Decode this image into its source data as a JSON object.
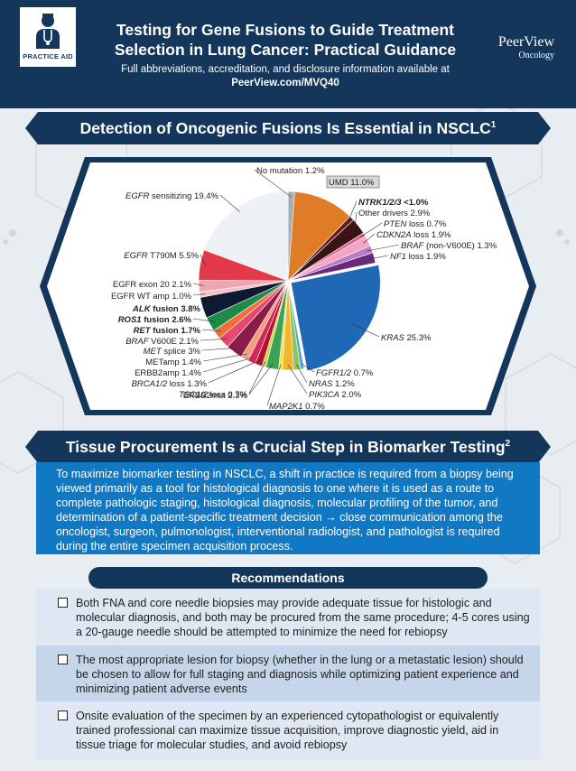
{
  "header": {
    "badge_label": "PRACTICE AID",
    "title_line1": "Testing for Gene Fusions to Guide Treatment",
    "title_line2": "Selection in Lung Cancer: Practical Guidance",
    "subtitle": "Full abbreviations, accreditation, and disclosure information available at",
    "url": "PeerView.com/MVQ40",
    "logo_line1": "PeerView",
    "logo_line2": "Oncology"
  },
  "section1": {
    "title": "Detection of Oncogenic Fusions Is Essential in NSCLC",
    "ref": "1"
  },
  "chart_data": {
    "type": "pie",
    "title": "",
    "slices": [
      {
        "label": "No mutation",
        "value": 1.2,
        "display": "No mutation 1.2%",
        "color": "#a9acb0"
      },
      {
        "label": "UMD",
        "value": 11.0,
        "display": "UMD 11.0%",
        "color": "#e07b28"
      },
      {
        "label": "NTRK1/2/3",
        "value": 0.9,
        "display": "NTRK1/2/3 <1.0%",
        "color": "#6b1a1a"
      },
      {
        "label": "Other drivers",
        "value": 2.9,
        "display": "Other drivers 2.9%",
        "color": "#3a1414"
      },
      {
        "label": "PTEN loss",
        "value": 0.7,
        "display": "PTEN loss 0.7%",
        "color": "#e85e8e"
      },
      {
        "label": "CDKN2A loss",
        "value": 1.9,
        "display": "CDKN2A loss 1.9%",
        "color": "#f2a6c4"
      },
      {
        "label": "BRAF (non-V600E)",
        "value": 1.3,
        "display": "BRAF (non-V600E) 1.3%",
        "color": "#b87cc4"
      },
      {
        "label": "NF1 loss",
        "value": 1.9,
        "display": "NF1 loss 1.9%",
        "color": "#6a2a7a"
      },
      {
        "label": "KRAS",
        "value": 25.3,
        "display": "KRAS 25.3%",
        "color": "#1f68b5"
      },
      {
        "label": "FGFR1/2",
        "value": 0.7,
        "display": "FGFR1/2 0.7%",
        "color": "#57a6d6"
      },
      {
        "label": "NRAS",
        "value": 1.2,
        "display": "NRAS 1.2%",
        "color": "#8fc65b"
      },
      {
        "label": "PIK3CA",
        "value": 2.0,
        "display": "PIK3CA 2.0%",
        "color": "#f2b531"
      },
      {
        "label": "MAP2K1",
        "value": 0.7,
        "display": "MAP2K1 0.7%",
        "color": "#f4e04d"
      },
      {
        "label": "ERBB2mut",
        "value": 2.3,
        "display": "ERBB2mut 2.3%",
        "color": "#3aa356"
      },
      {
        "label": "TSC1/2 loss",
        "value": 0.7,
        "display": "TSC1/2 loss 0.7%",
        "color": "#c9d857"
      },
      {
        "label": "BRCA1/2 loss",
        "value": 1.3,
        "display": "BRCA1/2 loss 1.3%",
        "color": "#b5122b"
      },
      {
        "label": "ERBB2amp",
        "value": 1.4,
        "display": "ERBB2amp 1.4%",
        "color": "#d72660"
      },
      {
        "label": "METamp",
        "value": 1.4,
        "display": "METamp 1.4%",
        "color": "#f2a07a"
      },
      {
        "label": "MET splice",
        "value": 3.0,
        "display": "MET splice 3%",
        "color": "#8a1c4a"
      },
      {
        "label": "BRAF V600E",
        "value": 2.1,
        "display": "BRAF V600E 2.1%",
        "color": "#e84a6f"
      },
      {
        "label": "RET fusion",
        "value": 1.7,
        "display": "RET fusion 1.7%",
        "color": "#f06e3c"
      },
      {
        "label": "ROS1 fusion",
        "value": 2.6,
        "display": "ROS1 fusion 2.6%",
        "color": "#1e8a45"
      },
      {
        "label": "ALK fusion",
        "value": 3.8,
        "display": "ALK fusion 3.8%",
        "color": "#0d1a33"
      },
      {
        "label": "EGFR WT amp",
        "value": 1.0,
        "display": "EGFR WT amp 1.0%",
        "color": "#f5c0c8"
      },
      {
        "label": "EGFR exon 20",
        "value": 2.1,
        "display": "EGFR exon 20 2.1%",
        "color": "#f0a6ae"
      },
      {
        "label": "EGFR T790M",
        "value": 5.5,
        "display": "EGFR T790M 5.5%",
        "color": "#e3394a"
      },
      {
        "label": "EGFR sensitizing",
        "value": 19.4,
        "display": "EGFR sensitizing 19.4%",
        "color": "#edf0f5"
      }
    ]
  },
  "section2": {
    "title": "Tissue Procurement Is a Crucial Step in Biomarker Testing",
    "ref": "2"
  },
  "tissue_text": "To maximize biomarker testing in NSCLC, a shift in practice is required from a biopsy being viewed primarily as a tool for histological diagnosis to one where it is used as a route to complete pathologic staging, histological diagnosis, molecular profiling of the tumor, and determination of a patient-specific treatment decision → close communication among the oncologist, surgeon, pulmonologist, interventional radiologist, and pathologist is required during the entire specimen acquisition process.",
  "recommendations": {
    "title": "Recommendations",
    "items": [
      "Both FNA and core needle biopsies may provide adequate tissue for histologic and molecular diagnosis, and both may be procured from the same procedure; 4-5 cores using a 20-gauge needle should be attempted to minimize the need for rebiopsy",
      "The most appropriate lesion for biopsy (whether in the lung or a metastatic lesion) should be chosen to allow for full staging and diagnosis while optimizing patient experience and minimizing patient adverse events",
      "Onsite evaluation of the specimen by an experienced cytopathologist or equivalently trained professional can maximize tissue acquisition, improve diagnostic yield, aid in tissue triage for molecular studies, and avoid rebiopsy"
    ]
  }
}
